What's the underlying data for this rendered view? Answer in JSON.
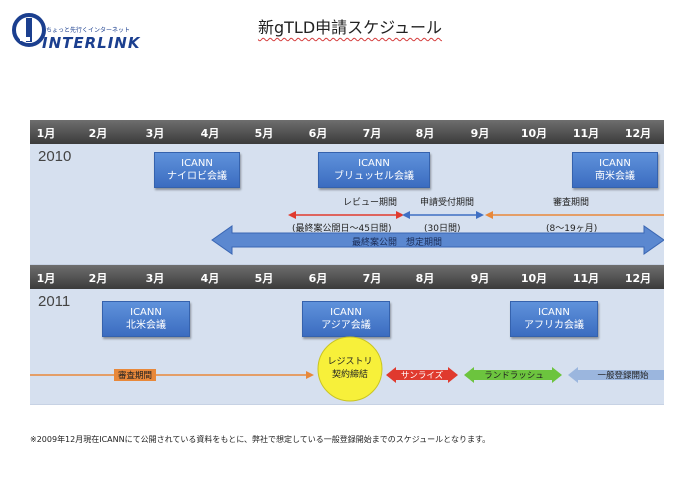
{
  "logo": {
    "tagline": "ちょっと先行くインターネット",
    "brand": "INTERLINK"
  },
  "title": "新gTLD申請スケジュール",
  "months": [
    "1月",
    "2月",
    "3月",
    "4月",
    "5月",
    "6月",
    "7月",
    "8月",
    "9月",
    "10月",
    "11月",
    "12月"
  ],
  "year_2010": {
    "year": "2010",
    "meetings": [
      {
        "line1": "ICANN",
        "line2": "ナイロビ会議"
      },
      {
        "line1": "ICANN",
        "line2": "ブリュッセル会議"
      },
      {
        "line1": "ICANN",
        "line2": "南米会議"
      }
    ],
    "review_label": "レビュー期間",
    "review_note": "(最終案公開日〜45日間)",
    "apply_label": "申請受付期間",
    "apply_note": "(30日間)",
    "exam_label": "審査期間",
    "exam_note": "(8〜19ヶ月)",
    "final_label": "最終案公開　想定期間"
  },
  "year_2011": {
    "year": "2011",
    "meetings": [
      {
        "line1": "ICANN",
        "line2": "北米会議"
      },
      {
        "line1": "ICANN",
        "line2": "アジア会議"
      },
      {
        "line1": "ICANN",
        "line2": "アフリカ会議"
      }
    ],
    "exam_label": "審査期間",
    "registry_line1": "レジストリ",
    "registry_line2": "契約締結",
    "sunrise": "サンライズ",
    "landrush": "ランドラッシュ",
    "general": "一般登録開始"
  },
  "footnote": "※2009年12月現在ICANNにて公開されている資料をもとに、弊社で想定している一般登録開始までのスケジュールとなります。",
  "colors": {
    "orange": "#e8883a",
    "red": "#e03a2e",
    "blue": "#3f6fc4",
    "green": "#6cc43e",
    "light_blue": "#9bb6de",
    "yellow": "#f7f03a"
  }
}
